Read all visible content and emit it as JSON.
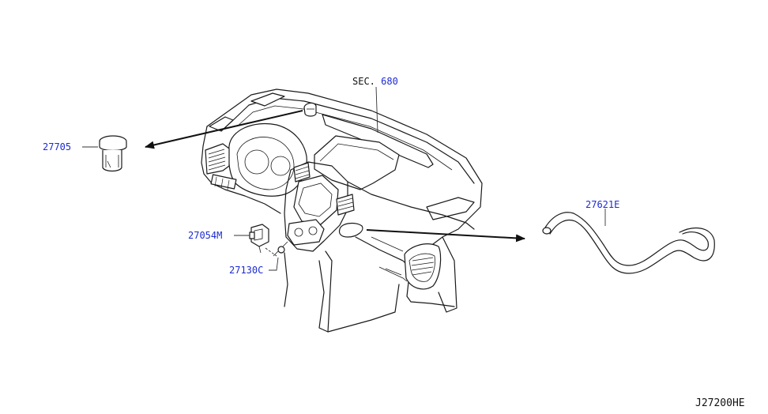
{
  "labels": {
    "sec": {
      "prefix": "SEC.",
      "number": "680"
    },
    "clip_left": "27705",
    "hose_right": "27621E",
    "sensor_bracket": "27054M",
    "screw": "27130C"
  },
  "diagram_code": "J27200HE",
  "colors": {
    "part_number": "#1c2bd1",
    "line_art": "#1a1a1a",
    "background": "#ffffff"
  }
}
